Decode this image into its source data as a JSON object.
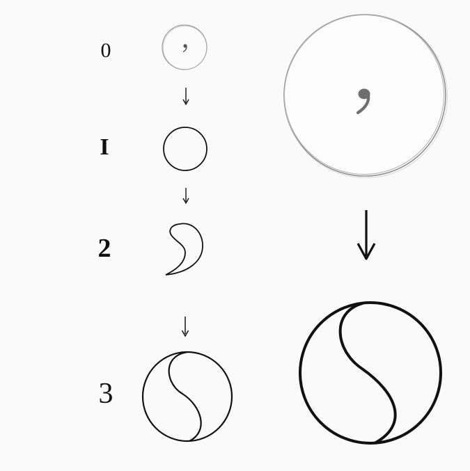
{
  "steps": [
    {
      "label": "0"
    },
    {
      "label": "I"
    },
    {
      "label": "2"
    },
    {
      "label": "3"
    }
  ],
  "colors": {
    "ink": "#111111",
    "pencil": "#8a8a8a",
    "paper": "#fafafa"
  },
  "icons": {
    "step_arrow": "down-arrow-icon",
    "seed_mark": "comma-seed-icon"
  }
}
